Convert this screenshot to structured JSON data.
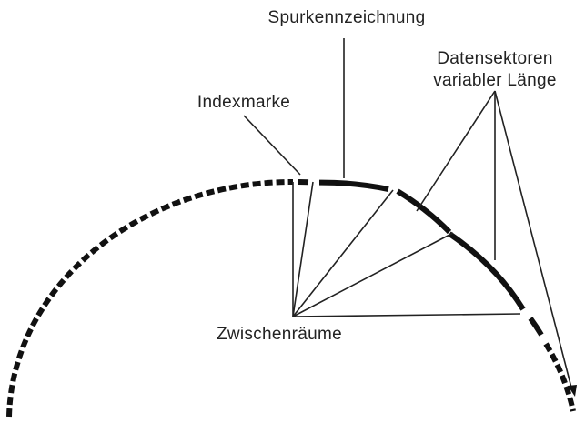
{
  "labels": {
    "track_id": "Spurkennzeichnung",
    "index_mark": "Indexmarke",
    "data_sectors_line1": "Datensektoren",
    "data_sectors_line2": "variabler Länge",
    "gaps": "Zwischenräume"
  },
  "colors": {
    "ink": "#111111",
    "background": "#ffffff"
  }
}
